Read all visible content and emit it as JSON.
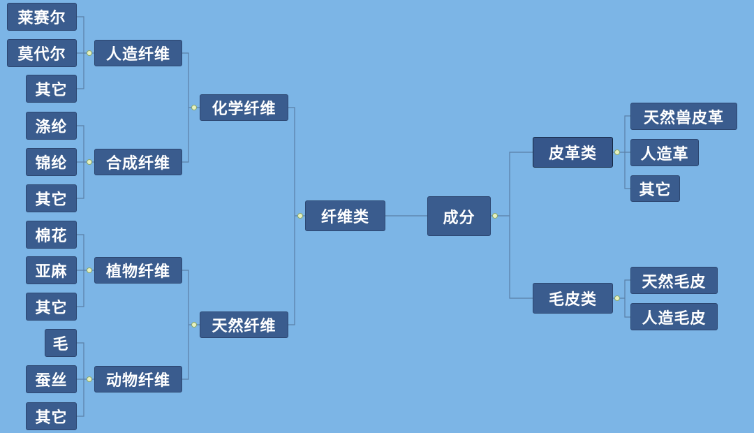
{
  "root": {
    "label": "成分",
    "fiber": {
      "label": "纤维类",
      "chemical": {
        "label": "化学纤维",
        "man_made": {
          "label": "人造纤维",
          "items": [
            "莱赛尔",
            "莫代尔",
            "其它"
          ]
        },
        "synthetic": {
          "label": "合成纤维",
          "items": [
            "涤纶",
            "锦纶",
            "其它"
          ]
        }
      },
      "natural": {
        "label": "天然纤维",
        "plant": {
          "label": "植物纤维",
          "items": [
            "棉花",
            "亚麻",
            "其它"
          ]
        },
        "animal": {
          "label": "动物纤维",
          "items": [
            "毛",
            "蚕丝",
            "其它"
          ]
        }
      }
    },
    "leather": {
      "label": "皮革类",
      "items": [
        "天然兽皮革",
        "人造革",
        "其它"
      ]
    },
    "fur": {
      "label": "毛皮类",
      "items": [
        "天然毛皮",
        "人造毛皮"
      ]
    }
  },
  "colors": {
    "background": "#7cb5e6",
    "node": "#3a5c8e",
    "connector": "#5a7fa6",
    "text": "#ffffff"
  }
}
